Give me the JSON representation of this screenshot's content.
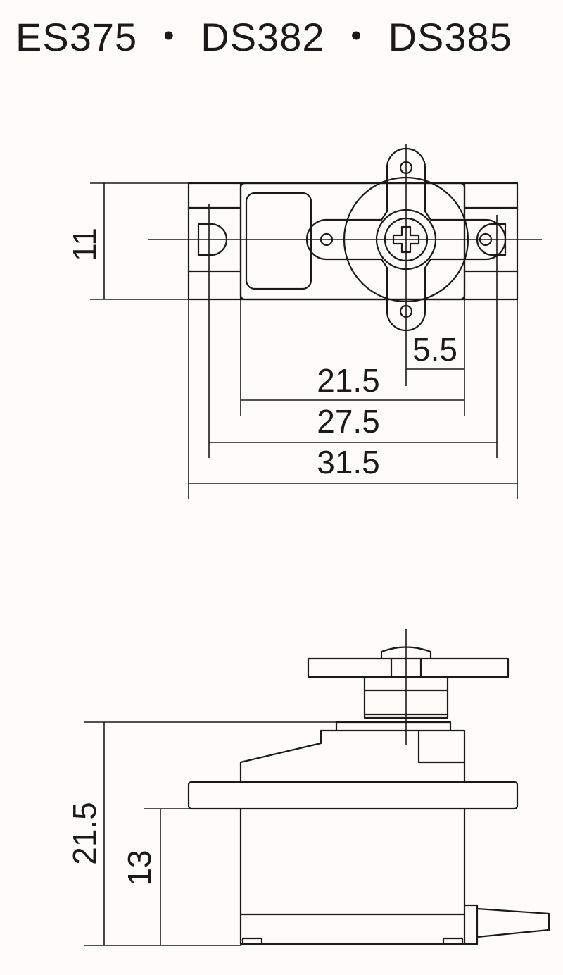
{
  "title": "ES375 ・ DS382 ・ DS385",
  "top_view": {
    "dims": {
      "height": "11",
      "horn_offset": "5.5",
      "mount_spacing_inner": "21.5",
      "mount_spacing": "27.5",
      "overall_width": "31.5"
    }
  },
  "side_view": {
    "dims": {
      "overall_height": "21.5",
      "mount_height": "13"
    }
  }
}
